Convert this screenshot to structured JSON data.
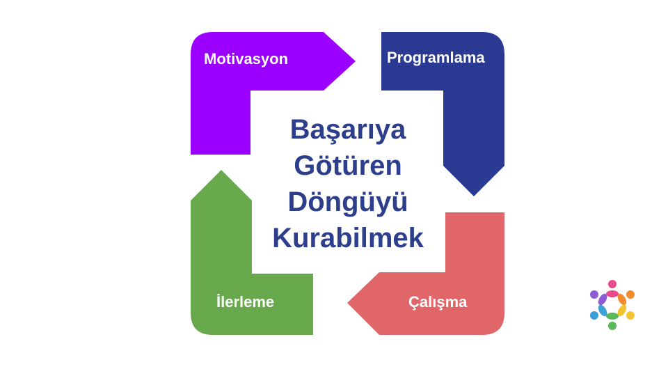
{
  "title_lines": [
    "Başarıya",
    "Götüren",
    "Döngüyü",
    "Kurabilmek"
  ],
  "stages": [
    {
      "label": "Motivasyon",
      "color": "#9b00ff"
    },
    {
      "label": "Programlama",
      "color": "#2a3a93"
    },
    {
      "label": "Çalışma",
      "color": "#e0666a"
    },
    {
      "label": "İlerleme",
      "color": "#68a94d"
    }
  ],
  "title_color": "#2c3e8c",
  "logo_colors": [
    "#e94b8a",
    "#f28a2e",
    "#f4c430",
    "#5bb85b",
    "#3aa0d8",
    "#8e5bd6"
  ]
}
